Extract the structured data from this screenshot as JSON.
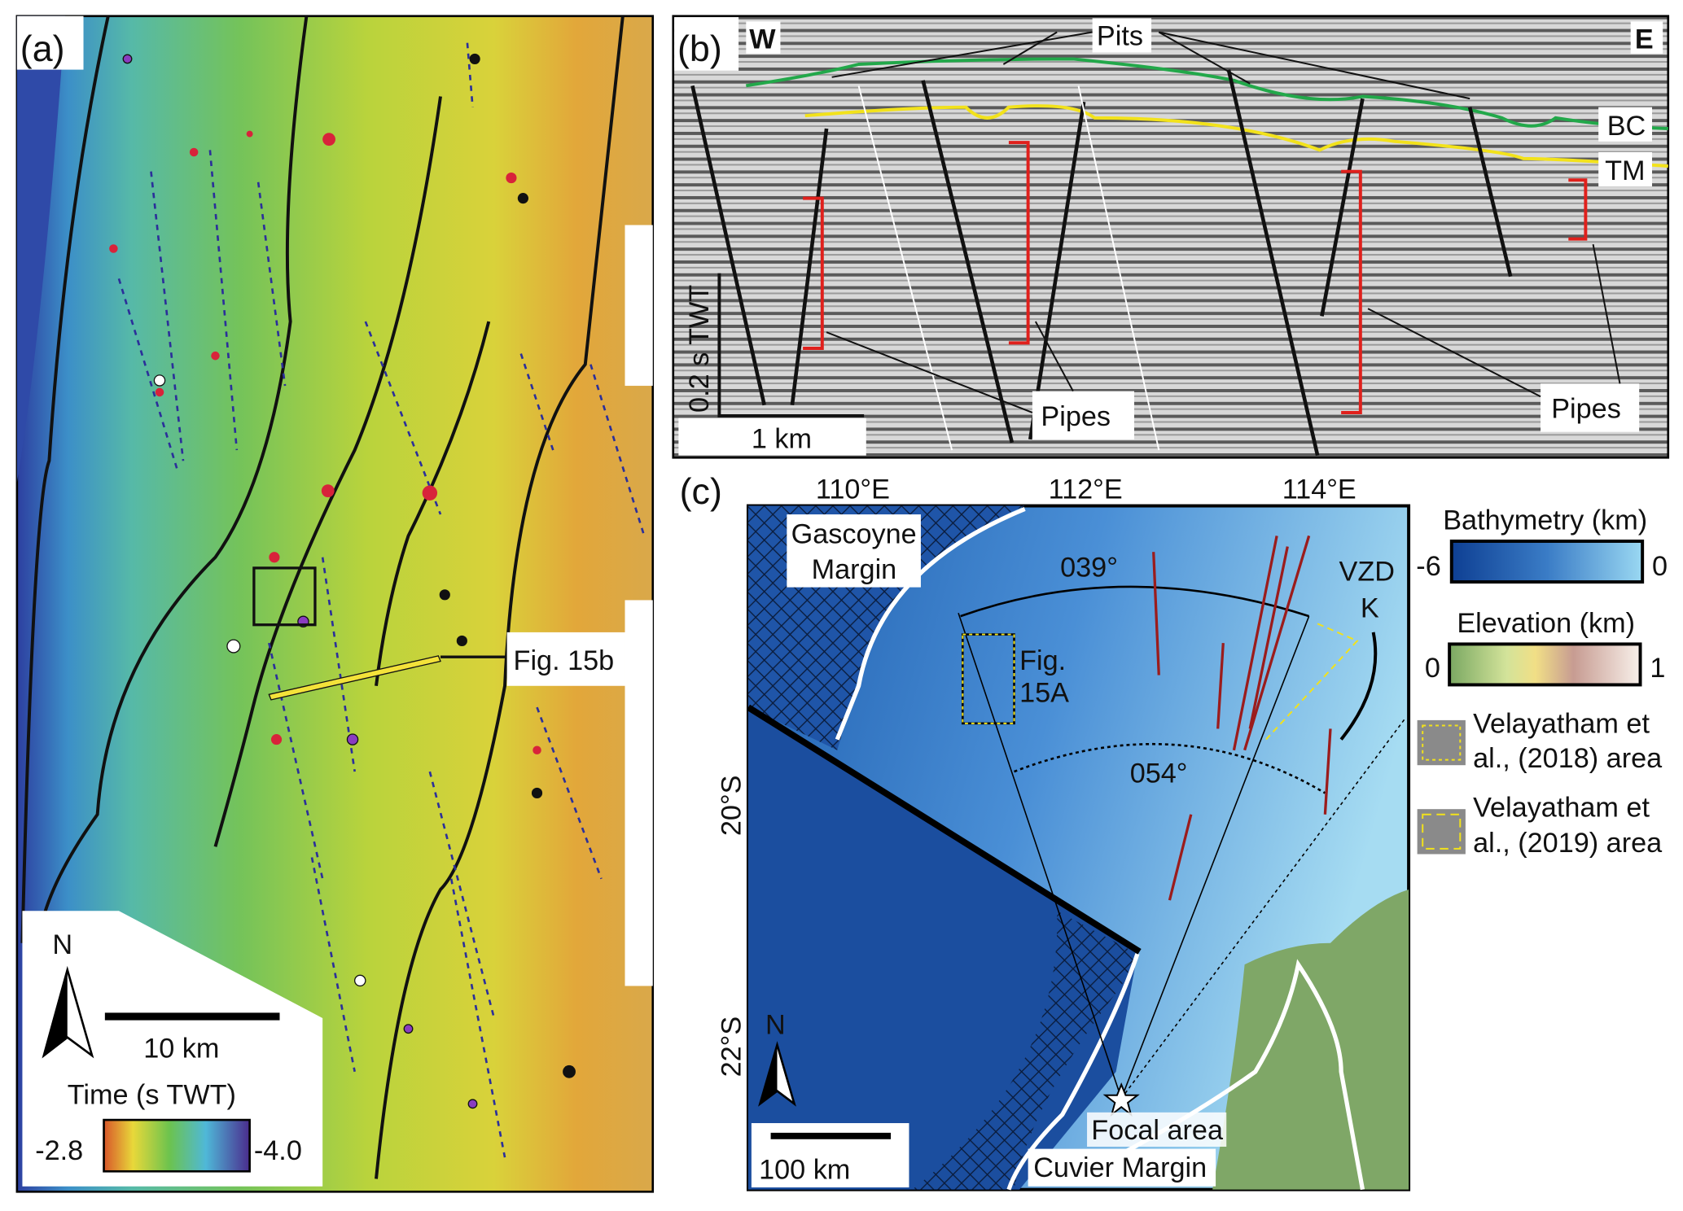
{
  "panel_a": {
    "label": "(a)",
    "callout": "Fig. 15b",
    "north": "N",
    "scale": "10 km",
    "colorbar_title": "Time (s TWT)",
    "colorbar_min": "-2.8",
    "colorbar_max": "-4.0"
  },
  "panel_b": {
    "label": "(b)",
    "west": "W",
    "east": "E",
    "pits": "Pits",
    "pipes_left": "Pipes",
    "pipes_right": "Pipes",
    "horizon_bc": "BC",
    "horizon_tm": "TM",
    "vscale": "0.2 s TWT",
    "hscale": "1 km"
  },
  "panel_c": {
    "label": "(c)",
    "lon_ticks": [
      "110°E",
      "112°E",
      "114°E"
    ],
    "lat_ticks": [
      "20°S",
      "22°S"
    ],
    "gascoyne": [
      "Gascoyne",
      "Margin"
    ],
    "cuvier": "Cuvier Margin",
    "focal": "Focal area",
    "angle_1": "039°",
    "angle_2": "054°",
    "vzdk": [
      "VZD",
      "K"
    ],
    "fig15a": [
      "Fig.",
      "15A"
    ],
    "north": "N",
    "scale": "100 km",
    "legend": {
      "bathy_title": "Bathymetry (km)",
      "bathy_min": "-6",
      "bathy_max": "0",
      "elev_title": "Elevation (km)",
      "elev_min": "0",
      "elev_max": "1",
      "area_2018": [
        "Velayatham et",
        "al., (2018) area"
      ],
      "area_2019": [
        "Velayatham et",
        "al., (2019) area"
      ]
    }
  },
  "colors": {
    "bc_horizon": "#22a84a",
    "tm_horizon": "#f2e21b",
    "pipe_bracket": "#e0201c",
    "dyke": "#9b1c1c"
  }
}
